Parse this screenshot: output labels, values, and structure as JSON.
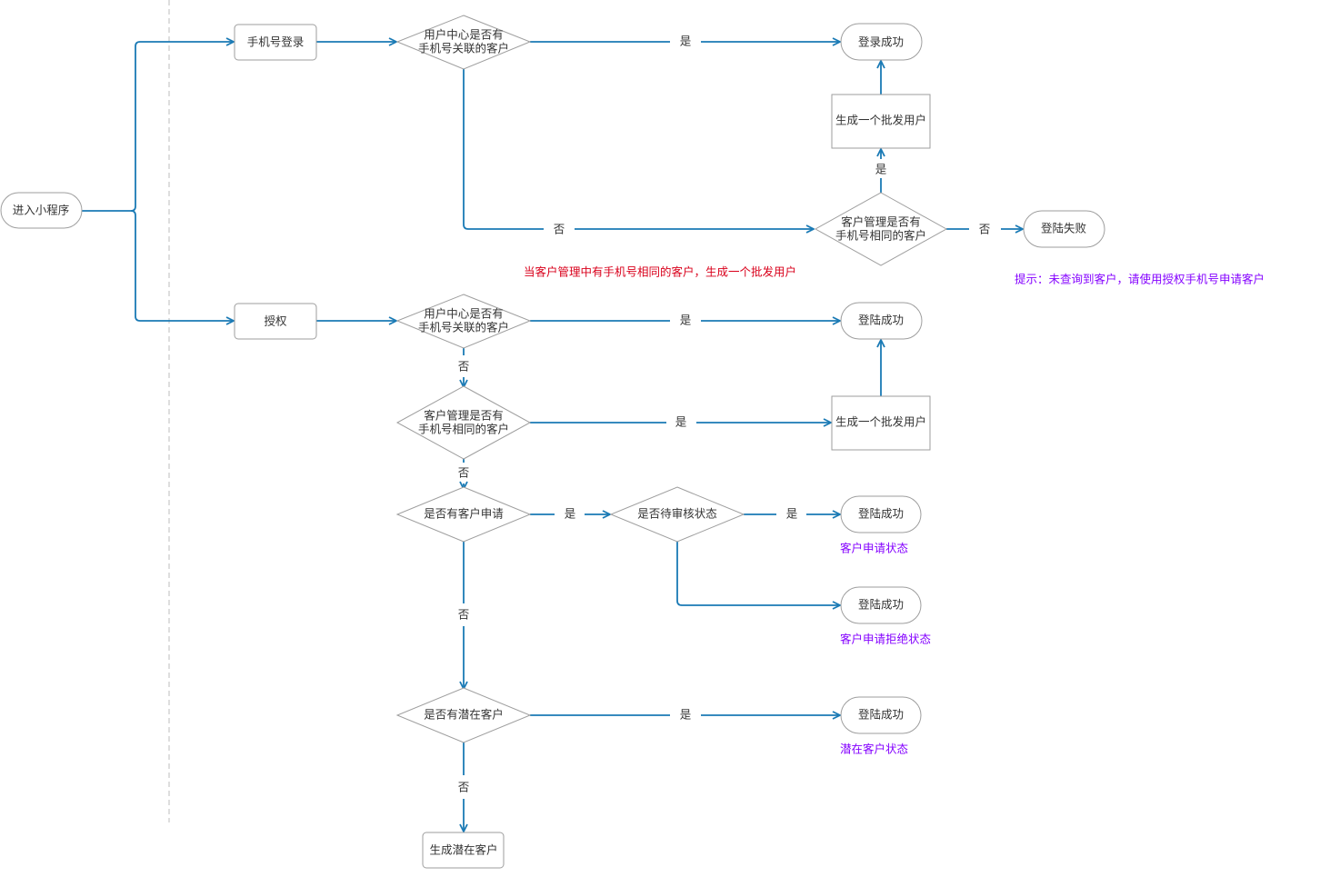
{
  "colors": {
    "edge": "#1a7ab5",
    "node_stroke": "#9e9e9e",
    "node_fill": "#ffffff",
    "text": "#333333",
    "note_red": "#d9001b",
    "note_purple": "#8400ff",
    "separator": "#bdbdbd"
  },
  "nodes": {
    "start": "进入小程序",
    "phone_login": "手机号登录",
    "authorize": "授权",
    "uc_check_phone": [
      "用户中心是否有",
      "手机号关联的客户"
    ],
    "login_success_top": "登录成功",
    "gen_wholesale_top": "生成一个批发用户",
    "cm_check_top": [
      "客户管理是否有",
      "手机号相同的客户"
    ],
    "login_fail": "登陆失败",
    "uc_check_auth": [
      "用户中心是否有",
      "手机号关联的客户"
    ],
    "login_success_auth": "登陆成功",
    "cm_check_auth": [
      "客户管理是否有",
      "手机号相同的客户"
    ],
    "gen_wholesale_auth": "生成一个批发用户",
    "has_application": "是否有客户申请",
    "pending_review": "是否待审核状态",
    "login_success_pending": "登陆成功",
    "login_success_rejected": "登陆成功",
    "has_potential": "是否有潜在客户",
    "login_success_potential": "登陆成功",
    "gen_potential": "生成潜在客户"
  },
  "edge_labels": {
    "yes": "是",
    "no": "否"
  },
  "notes": {
    "red_note": "当客户管理中有手机号相同的客户，生成一个批发用户",
    "fail_hint": "提示：未查询到客户，请使用授权手机号申请客户",
    "state_application": "客户申请状态",
    "state_rejected": "客户申请拒绝状态",
    "state_potential": "潜在客户状态"
  }
}
